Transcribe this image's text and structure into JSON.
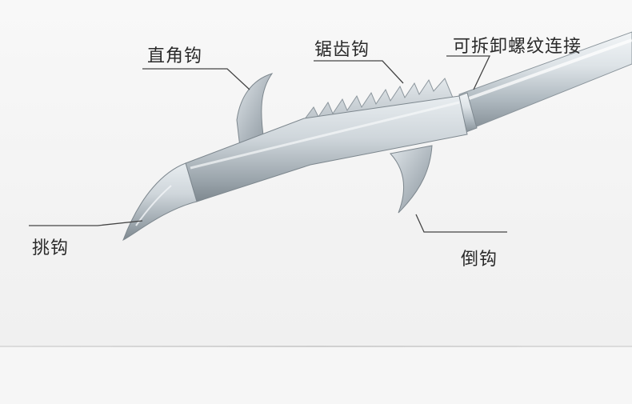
{
  "labels": {
    "right_angle_hook": "直角钩",
    "sawtooth_hook": "锯齿钩",
    "detachable_thread": "可拆卸螺纹连接",
    "pick_hook": "挑钩",
    "barb_hook": "倒钩"
  },
  "colors": {
    "background": "#f4f4f4",
    "metal_light": "#e6ebee",
    "metal_mid": "#bcc5cb",
    "metal_dark": "#8e989f",
    "callout_line": "#444444",
    "text": "#2a2a2a"
  }
}
